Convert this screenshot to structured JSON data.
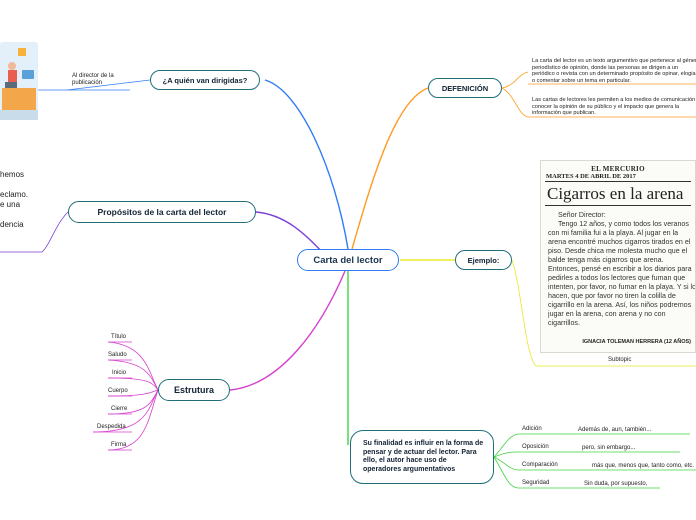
{
  "center": {
    "label": "Carta del lector"
  },
  "branches": {
    "dirigidas": {
      "label": "¿A quién van dirigidas?",
      "child": "Al director de la publicación"
    },
    "propositos": {
      "label": "Propósitos de la carta del lector",
      "clipped_lines": [
        "hemos",
        "eclamo.",
        "e una",
        "dencia"
      ]
    },
    "estrutura": {
      "label": "Estrutura",
      "items": [
        "Título",
        "Saludo",
        "Inicio",
        "Cuerpo",
        "Cierre",
        "Despedida",
        "Firma"
      ]
    },
    "definicion": {
      "label": "DEFENICIÓN",
      "paragraphs": [
        "La carta del lector es un texto argumentivo que pertenece al género periodístico de opinión, donde las personas se dirigen a un periódico o revista con un determinado propósito de opinar, elogiar o comentar sobre un tema en particular.",
        "Las cartas de lectores les permiten a los medios de comunicación conocer la opinión de su público y el impacto que genera la información que publican."
      ]
    },
    "ejemplo": {
      "label": "Ejemplo:",
      "subtopic": "Subtopic",
      "newspaper": {
        "masthead": "EL MERCURIO",
        "date": "MARTES 4 DE ABRIL DE 2017",
        "headline": "Cigarros en la arena",
        "salutation": "Señor Director:",
        "body": "Tengo 12 años, y como todos los veranos con mi familia fui a la playa. Al jugar en la arena encontré muchos cigarros tirados en el piso. Desde chica me molesta mucho que el balde tenga más cigarros que arena. Entonces, pensé en escribir a los diarios para pedirles a todos los lectores que fuman que intenten, por favor, no fumar en la playa. Y si lo hacen, que por favor no tiren la colilla de cigarrillo en la arena. Así, los niños podremos jugar en la arena, con arena y no con cigarrillos.",
        "signature": "IGNACIA TOLEMAN HERRERA (12 AÑOS)"
      }
    },
    "finalidad": {
      "label": "Su finalidad es influir en la forma de pensar y de actuar del lector. Para ello, el autor hace uso de operadores argumentativos",
      "operators": [
        {
          "type": "Adición",
          "examples": "Además de, aun, también..."
        },
        {
          "type": "Oposición",
          "examples": "pero, sin embargo..."
        },
        {
          "type": "Comparación",
          "examples": "más que, menos que, tanto como, etc."
        },
        {
          "type": "Seguridad",
          "examples": "Sin duda, por supuesto,"
        }
      ]
    }
  },
  "colors": {
    "dirigidas": "#2f7df6",
    "propositos": "#7b3fd6",
    "estrutura": "#d63fcf",
    "definicion": "#ff9a1f",
    "ejemplo": "#e8e82a",
    "finalidad": "#3fd43f",
    "center_border": "#2f7df6",
    "node_border": "#1f6f7a"
  }
}
